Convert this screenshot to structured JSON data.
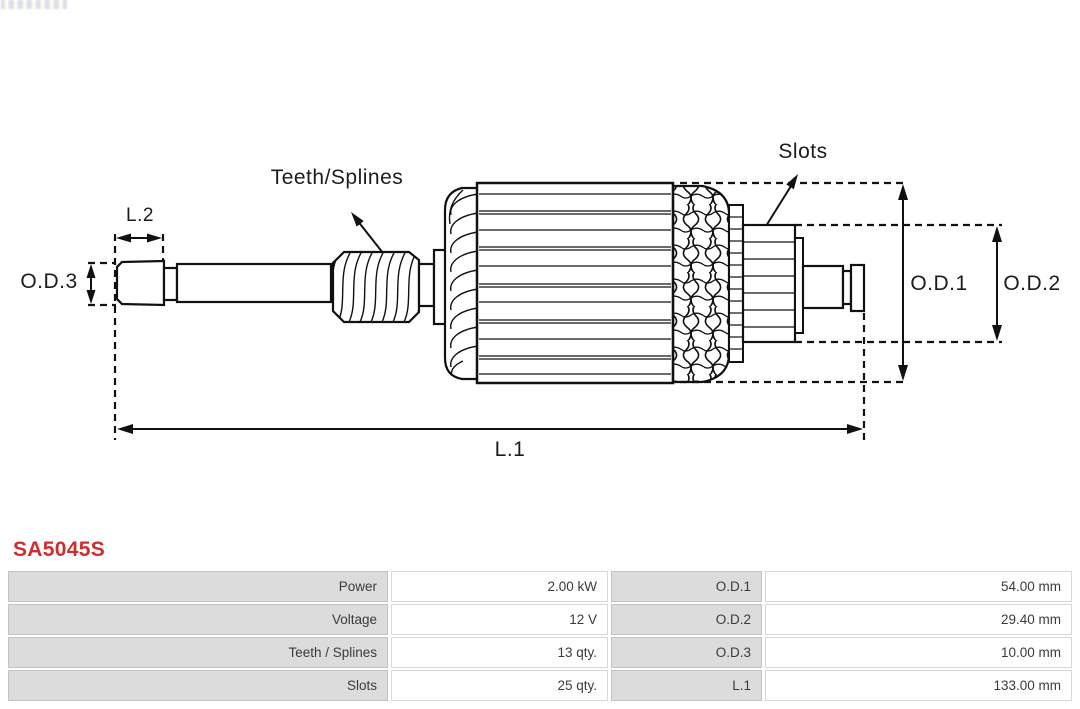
{
  "part_number": "SA5045S",
  "accent_color": "#cf2e2e",
  "drawing_color": "#111111",
  "header": {
    "watermark_icon": "tiny-logo-strip"
  },
  "diagram": {
    "labels": {
      "teeth_splines": "Teeth/Splines",
      "slots": "Slots",
      "l1": "L.1",
      "l2": "L.2",
      "od1": "O.D.1",
      "od2": "O.D.2",
      "od3": "O.D.3"
    }
  },
  "spec_table": {
    "rows": [
      {
        "label_left": "Power",
        "value_left": "2.00 kW",
        "label_right": "O.D.1",
        "value_right": "54.00 mm"
      },
      {
        "label_left": "Voltage",
        "value_left": "12 V",
        "label_right": "O.D.2",
        "value_right": "29.40 mm"
      },
      {
        "label_left": "Teeth / Splines",
        "value_left": "13 qty.",
        "label_right": "O.D.3",
        "value_right": "10.00 mm"
      },
      {
        "label_left": "Slots",
        "value_left": "25 qty.",
        "label_right": "L.1",
        "value_right": "133.00 mm"
      }
    ]
  }
}
